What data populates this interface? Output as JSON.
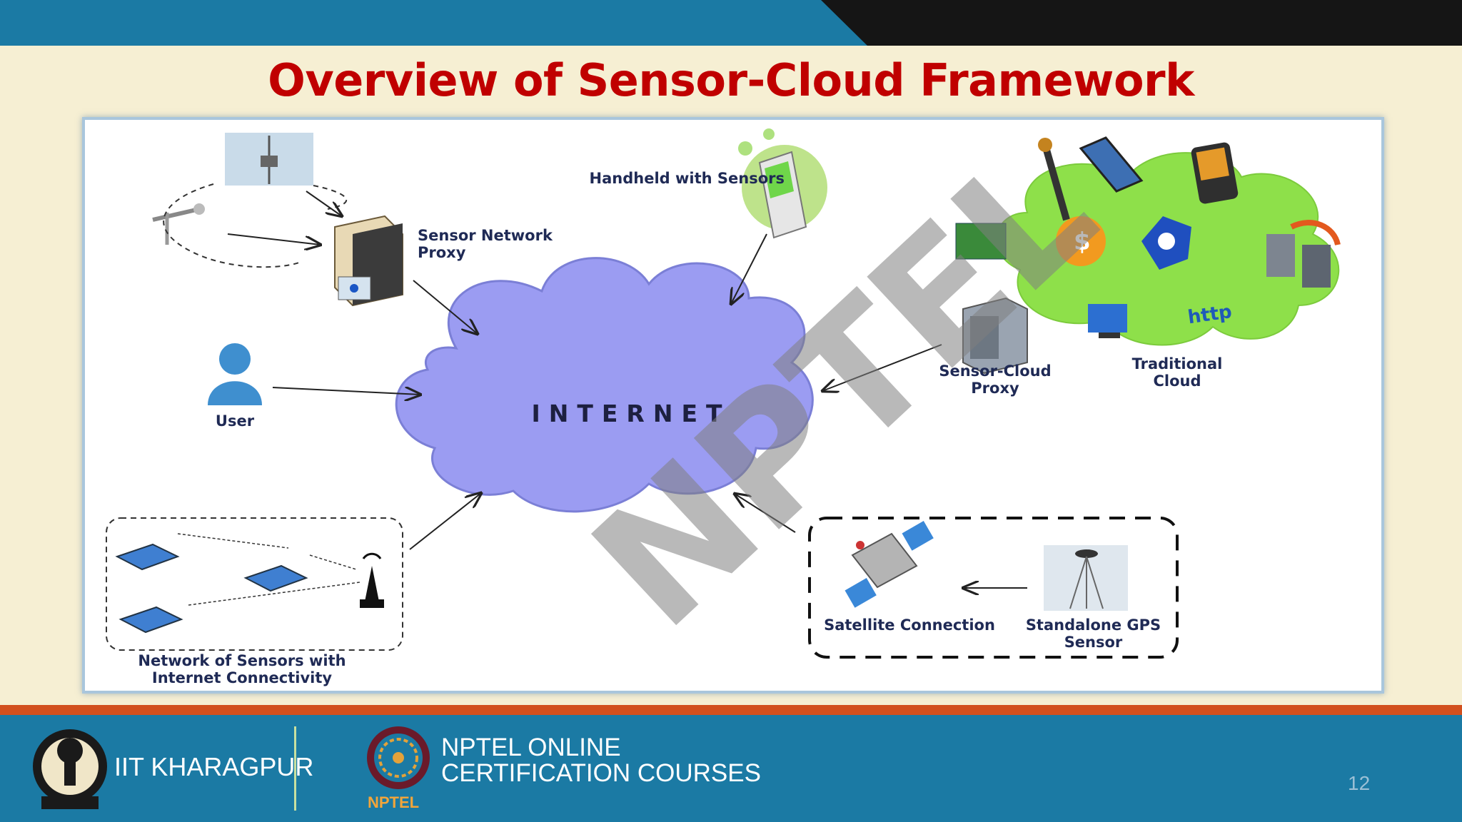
{
  "slide": {
    "title": "Overview of Sensor-Cloud Framework",
    "page_number": "12"
  },
  "colors": {
    "title": "#c00000",
    "background": "#f6efd3",
    "top_bar_blue": "#1b7aa4",
    "top_bar_dark": "#151515",
    "footer_blue": "#1b7aa4",
    "stripe_orange": "#d2501e",
    "cloud_internet": "#9b9cf2",
    "cloud_traditional": "#8ee04a"
  },
  "diagram": {
    "internet_label": "INTERNET",
    "labels": {
      "handheld": "Handheld with Sensors",
      "sensor_network_proxy": "Sensor Network Proxy",
      "user": "User",
      "sensor_cloud_proxy": "Sensor-Cloud Proxy",
      "traditional_cloud": "Traditional Cloud",
      "network_of_sensors": "Network of Sensors with Internet Connectivity",
      "satellite": "Satellite Connection",
      "gps": "Standalone GPS Sensor"
    },
    "icons": [
      "weather-station-icon",
      "server-icon",
      "user-icon",
      "sensor-mote-icon",
      "antenna-icon",
      "handheld-phone-icon",
      "rack-server-icon",
      "satellite-icon",
      "gps-tripod-icon"
    ],
    "watermark": "NPTEL"
  },
  "footer": {
    "institute": "IIT KHARAGPUR",
    "course_line1": "NPTEL ONLINE",
    "course_line2": "CERTIFICATION COURSES",
    "logo_caption": "NPTEL"
  }
}
